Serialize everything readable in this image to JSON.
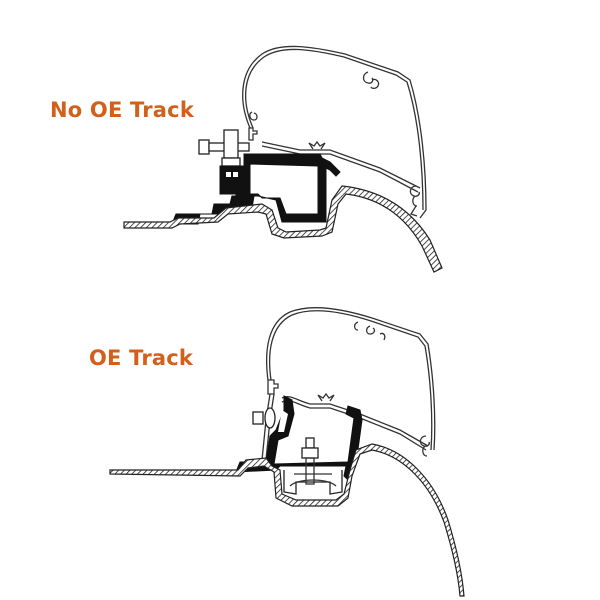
{
  "labels": {
    "top": "No OE Track",
    "bottom": "OE Track"
  },
  "colors": {
    "label_orange": "#d2601a",
    "line": "#222222",
    "background": "#ffffff"
  },
  "diagrams": [
    {
      "name": "awning-adapter-no-oe-track",
      "label_ref": "labels.top"
    },
    {
      "name": "awning-adapter-oe-track",
      "label_ref": "labels.bottom"
    }
  ]
}
